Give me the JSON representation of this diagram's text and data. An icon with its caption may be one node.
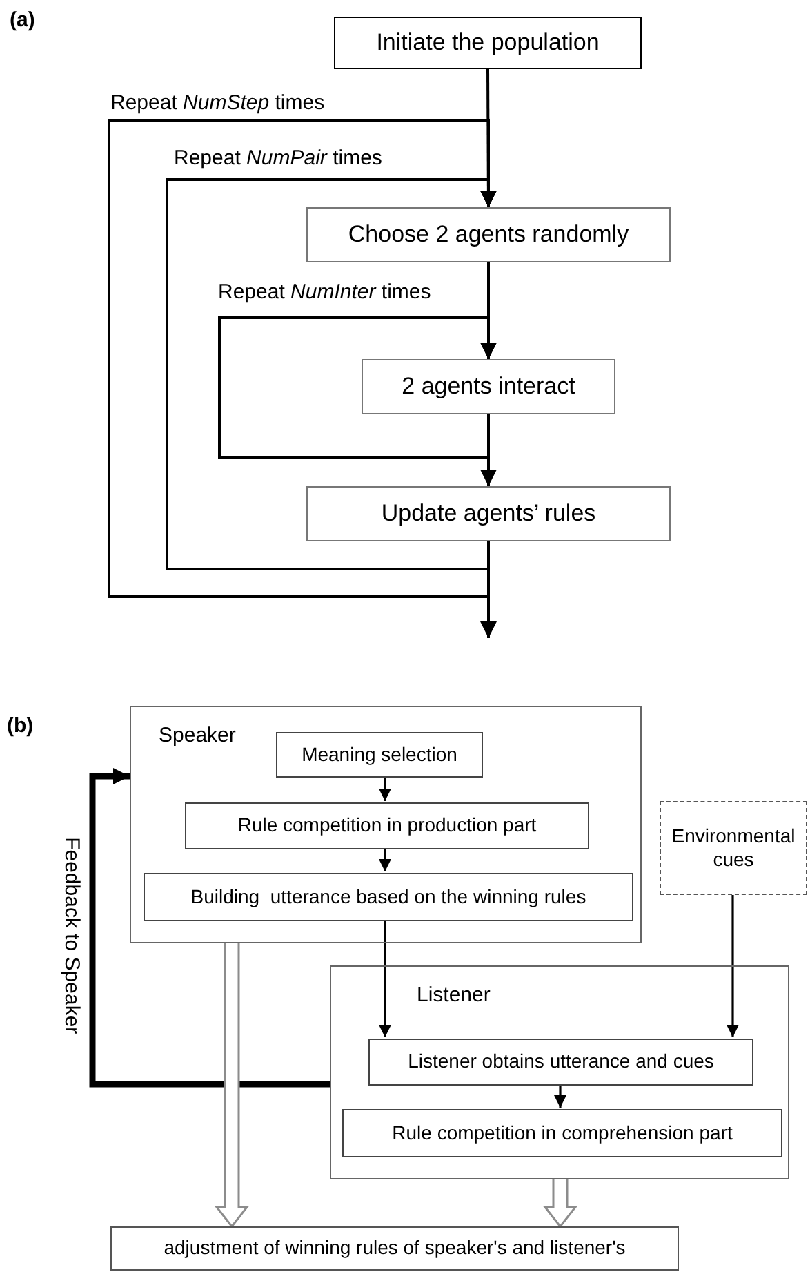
{
  "diagram": {
    "nodes": [
      {
        "text": [
          "Initiate the population"
        ]
      },
      {
        "text": [
          "Choose 2 agents randomly"
        ]
      },
      {
        "text": [
          "2 agents interact"
        ]
      },
      {
        "text": [
          "Update agents’ rules"
        ]
      },
      {
        "text": [
          "Speaker"
        ]
      },
      {
        "text": [
          "Meaning selection"
        ],
        "in": 4
      },
      {
        "text": [
          "Rule competition in production part"
        ],
        "in": 4
      },
      {
        "text": [
          "Building  utterance based on the winning rules"
        ],
        "in": 4
      },
      {
        "text": [
          "Environmental cues"
        ]
      },
      {
        "text": [
          "Listener"
        ]
      },
      {
        "text": [
          "Listener obtains utterance and cues"
        ],
        "in": 9
      },
      {
        "text": [
          "Rule competition in comprehension part"
        ],
        "in": 9
      },
      {
        "text": [
          "adjustment of winning rules of speaker's and listener's"
        ]
      }
    ],
    "edges": [
      {
        "from": 0,
        "to": 1,
        "arrow": "to"
      },
      {
        "from": 1,
        "to": 2,
        "arrow": "to"
      },
      {
        "from": 2,
        "to": 3,
        "arrow": "to"
      },
      {
        "from": 3,
        "to": 1,
        "arrow": "to",
        "label": "Repeat *NumStep* times"
      },
      {
        "from": 3,
        "to": 1,
        "arrow": "to",
        "label": "Repeat *NumPair* times"
      },
      {
        "from": 2,
        "to": 2,
        "arrow": "to",
        "label": "Repeat *NumInter* times"
      },
      {
        "from": 3,
        "to": null,
        "arrow": "to"
      },
      {
        "from": 5,
        "to": 6,
        "arrow": "to"
      },
      {
        "from": 6,
        "to": 7,
        "arrow": "to"
      },
      {
        "from": 7,
        "to": 10,
        "arrow": "to"
      },
      {
        "from": 8,
        "to": 10,
        "arrow": "to"
      },
      {
        "from": 10,
        "to": 11,
        "arrow": "to"
      },
      {
        "from": 9,
        "to": 4,
        "arrow": "to",
        "style": "thick",
        "label": "Feedback to Speaker"
      },
      {
        "from": 4,
        "to": 12,
        "arrow": "to",
        "style": "thick",
        "color": "#8c8c8c"
      },
      {
        "from": 9,
        "to": 12,
        "arrow": "to",
        "style": "thick",
        "color": "#8c8c8c"
      }
    ],
    "labels": [
      "(a)",
      "(b)"
    ]
  }
}
